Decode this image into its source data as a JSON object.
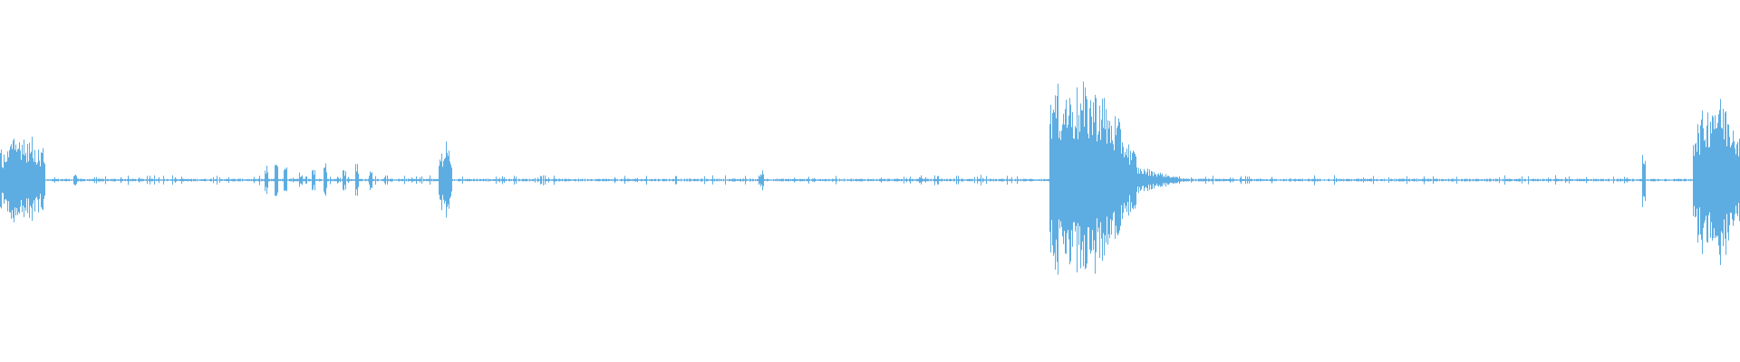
{
  "waveform": {
    "color": "#5dade2",
    "background": "#ffffff",
    "amplitude_max": 1.0,
    "bursts": [
      {
        "label": "start-burst",
        "at": 0.0,
        "len": 0.026,
        "amp": 0.52
      },
      {
        "label": "tick-1",
        "at": 0.042,
        "len": 0.002,
        "amp": 0.08
      },
      {
        "label": "tick-cluster-1",
        "at": 0.152,
        "len": 0.002,
        "amp": 0.16
      },
      {
        "label": "tick-cluster-2",
        "at": 0.158,
        "len": 0.002,
        "amp": 0.18
      },
      {
        "label": "tick-cluster-3",
        "at": 0.163,
        "len": 0.002,
        "amp": 0.14
      },
      {
        "label": "tick-cluster-4",
        "at": 0.172,
        "len": 0.002,
        "amp": 0.08
      },
      {
        "label": "tick-cluster-5",
        "at": 0.179,
        "len": 0.002,
        "amp": 0.13
      },
      {
        "label": "tick-cluster-6",
        "at": 0.186,
        "len": 0.002,
        "amp": 0.18
      },
      {
        "label": "tick-cluster-7",
        "at": 0.197,
        "len": 0.002,
        "amp": 0.11
      },
      {
        "label": "tick-cluster-8",
        "at": 0.204,
        "len": 0.002,
        "amp": 0.18
      },
      {
        "label": "tick-cluster-9",
        "at": 0.212,
        "len": 0.002,
        "amp": 0.1
      },
      {
        "label": "mid-spike",
        "at": 0.252,
        "len": 0.008,
        "amp": 0.45
      },
      {
        "label": "small-spike-1",
        "at": 0.437,
        "len": 0.002,
        "amp": 0.12
      },
      {
        "label": "small-spike-2",
        "at": 0.528,
        "len": 0.002,
        "amp": 0.05
      },
      {
        "label": "large-burst",
        "at": 0.603,
        "len": 0.05,
        "amp": 1.0
      },
      {
        "label": "decay-tail",
        "at": 0.653,
        "len": 0.03,
        "amp": 0.15
      },
      {
        "label": "late-tick",
        "at": 0.944,
        "len": 0.002,
        "amp": 0.33
      },
      {
        "label": "end-burst",
        "at": 0.973,
        "len": 0.027,
        "amp": 0.98
      }
    ],
    "noise_floor": 0.015
  }
}
